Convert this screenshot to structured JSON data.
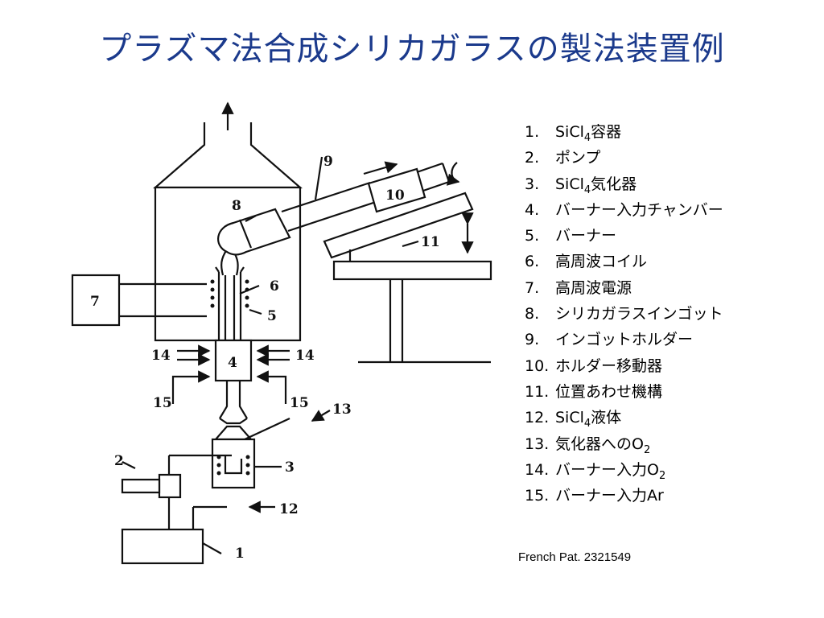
{
  "title": "プラズマ法合成シリカガラスの製法装置例",
  "legend": [
    {
      "num": "1.",
      "text": "SiCl",
      "sub": "4",
      "tail": "容器"
    },
    {
      "num": "2.",
      "text": "ポンプ",
      "sub": "",
      "tail": ""
    },
    {
      "num": "3.",
      "text": "SiCl",
      "sub": "4",
      "tail": "気化器"
    },
    {
      "num": "4.",
      "text": "バーナー入力チャンバー",
      "sub": "",
      "tail": ""
    },
    {
      "num": "5.",
      "text": "バーナー",
      "sub": "",
      "tail": ""
    },
    {
      "num": "6.",
      "text": "高周波コイル",
      "sub": "",
      "tail": ""
    },
    {
      "num": "7.",
      "text": "高周波電源",
      "sub": "",
      "tail": ""
    },
    {
      "num": "8.",
      "text": "シリカガラスインゴット",
      "sub": "",
      "tail": ""
    },
    {
      "num": "9.",
      "text": "インゴットホルダー",
      "sub": "",
      "tail": ""
    },
    {
      "num": "10.",
      "text": "ホルダー移動器",
      "sub": "",
      "tail": ""
    },
    {
      "num": "11.",
      "text": "位置あわせ機構",
      "sub": "",
      "tail": ""
    },
    {
      "num": "12.",
      "text": "SiCl",
      "sub": "4",
      "tail": "液体"
    },
    {
      "num": "13.",
      "text": "気化器へのO",
      "sub": "2",
      "tail": ""
    },
    {
      "num": "14.",
      "text": "バーナー入力O",
      "sub": "2",
      "tail": ""
    },
    {
      "num": "15.",
      "text": "バーナー入力Ar",
      "sub": "",
      "tail": ""
    }
  ],
  "footnote": "French Pat. 2321549",
  "diagram_labels": {
    "l1": "1",
    "l2": "2",
    "l3": "3",
    "l4": "4",
    "l5": "5",
    "l6": "6",
    "l7": "7",
    "l8": "8",
    "l9": "9",
    "l10": "10",
    "l11": "11",
    "l12": "12",
    "l13": "13",
    "l14a": "14",
    "l14b": "14",
    "l15a": "15",
    "l15b": "15"
  },
  "colors": {
    "title": "#1b3a8c",
    "line": "#111111"
  }
}
